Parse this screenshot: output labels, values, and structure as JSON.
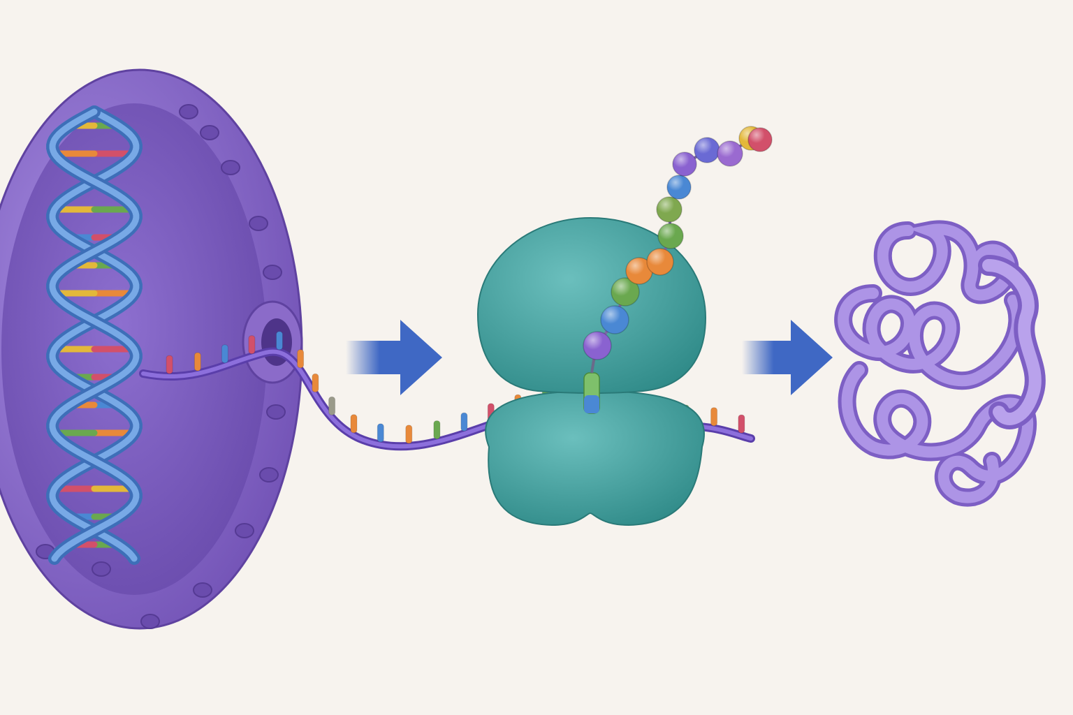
{
  "diagram": {
    "stages": [
      "nucleus-dna",
      "mrna-export",
      "ribosome-translation",
      "folded-protein"
    ],
    "colors": {
      "background": "#f7f3ee",
      "nucleus_outer": "#8b6bc9",
      "nucleus_inner": "#7a56b8",
      "dna_backbone": "#5b8fd6",
      "mrna_strand": "#7e5bd1",
      "ribosome": "#3f9e9c",
      "arrow": "#3f68c4",
      "protein": "#9b7fd8"
    },
    "base_colors": [
      "#d2506a",
      "#e8893a",
      "#e3b83a",
      "#6aa84f",
      "#4a88d4",
      "#9a9a8a"
    ],
    "mrna_bases": [
      "#d2506a",
      "#e8893a",
      "#4a88d4",
      "#d2506a",
      "#4a88d4",
      "#e8893a",
      "#e8893a",
      "#9a9a8a",
      "#e8893a",
      "#4a88d4",
      "#e8893a",
      "#6aa84f",
      "#4a88d4",
      "#d2506a",
      "#e8893a",
      "#6aa84f",
      "#e3b83a",
      "#d2506a",
      "#e8893a",
      "#4a88d4",
      "#6aa84f",
      "#e8893a",
      "#d2506a"
    ],
    "dna_pairs": [
      [
        "#6aa84f",
        "#e3b83a"
      ],
      [
        "#d2506a",
        "#e8893a"
      ],
      [
        "#4a88d4",
        "#d2506a"
      ],
      [
        "#e3b83a",
        "#6aa84f"
      ],
      [
        "#4a88d4",
        "#d2506a"
      ],
      [
        "#6aa84f",
        "#e3b83a"
      ],
      [
        "#e8893a",
        "#e3b83a"
      ],
      [
        "#d2506a",
        "#4a88d4"
      ],
      [
        "#e3b83a",
        "#d2506a"
      ],
      [
        "#6aa84f",
        "#d2506a"
      ],
      [
        "#4a88d4",
        "#e8893a"
      ],
      [
        "#e8893a",
        "#6aa84f"
      ],
      [
        "#6aa84f",
        "#e3b83a"
      ],
      [
        "#d2506a",
        "#e3b83a"
      ],
      [
        "#4a88d4",
        "#6aa84f"
      ],
      [
        "#6aa84f",
        "#d2506a"
      ]
    ],
    "peptide_beads": [
      "#8a62d0",
      "#4a88d4",
      "#6aa84f",
      "#e8893a",
      "#e8893a",
      "#6aa84f",
      "#7fa84f",
      "#4a88d4",
      "#8a62d0",
      "#6a6ad4",
      "#9a6ad0",
      "#e3b83a",
      "#d2506a"
    ]
  }
}
